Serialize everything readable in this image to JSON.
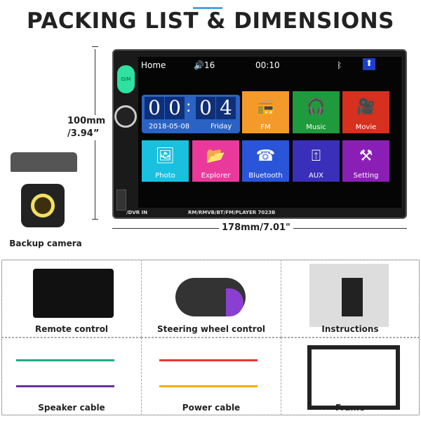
{
  "title": "PACKING LIST & DIMENSIONS",
  "dimensions": {
    "height": "100mm\n/3.94”",
    "height_mm": "100mm",
    "height_in": "/3.94”",
    "width": "178mm/7.01\""
  },
  "status_bar": {
    "home": "Home",
    "volume": "16",
    "time": "00:10"
  },
  "clock": {
    "h1": "0",
    "h2": "0",
    "m1": "0",
    "m2": "4",
    "colon": ":",
    "date": "2018-05-08",
    "day": "Friday"
  },
  "tiles": [
    {
      "label": "FM",
      "color": "#f39a2a",
      "icon": "📻"
    },
    {
      "label": "Music",
      "color": "#1f9a3c",
      "icon": "🎧"
    },
    {
      "label": "Movie",
      "color": "#d6301f",
      "icon": "🎥"
    },
    {
      "label": "Photo",
      "color": "#19c0e0",
      "icon": "🖼"
    },
    {
      "label": "Explorer",
      "color": "#e93a9c",
      "icon": "📂"
    },
    {
      "label": "Bluetooth",
      "color": "#2a55d8",
      "icon": "☎"
    },
    {
      "label": "AUX",
      "color": "#3a2fb8",
      "icon": "⍐"
    },
    {
      "label": "Setting",
      "color": "#8b1fb5",
      "icon": "⚒"
    }
  ],
  "unit": {
    "power": "O/M",
    "dvr": "/DVR IN",
    "model": "RM/RMVB/BT/FM/PLAYER  7023B"
  },
  "camera_label": "Backup camera",
  "items": [
    "Remote control",
    "Steering wheel control",
    "Instructions",
    "Speaker cable",
    "Power cable",
    "Frame"
  ]
}
